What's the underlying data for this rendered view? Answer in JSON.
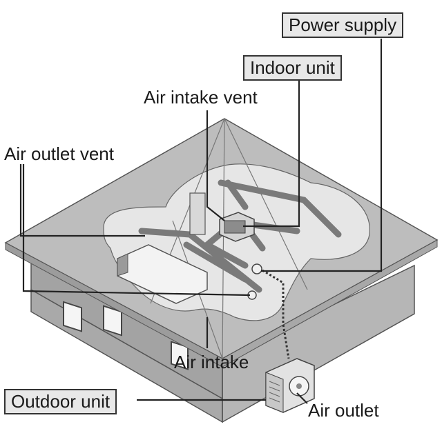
{
  "labels": {
    "power_supply": "Power supply",
    "indoor_unit": "Indoor unit",
    "air_intake_vent": "Air intake vent",
    "air_outlet_vent": "Air outlet vent",
    "air_intake": "Air intake",
    "outdoor_unit": "Outdoor unit",
    "air_outlet": "Air outlet"
  },
  "colors": {
    "roof": "#bdbdbd",
    "wall_left": "#a9a9a9",
    "wall_right": "#b6b6b6",
    "ceiling_cutout": "#e6e6e6",
    "duct": "#7a7a7a",
    "leader": "#222222",
    "label_box": "#e8e8e8"
  }
}
